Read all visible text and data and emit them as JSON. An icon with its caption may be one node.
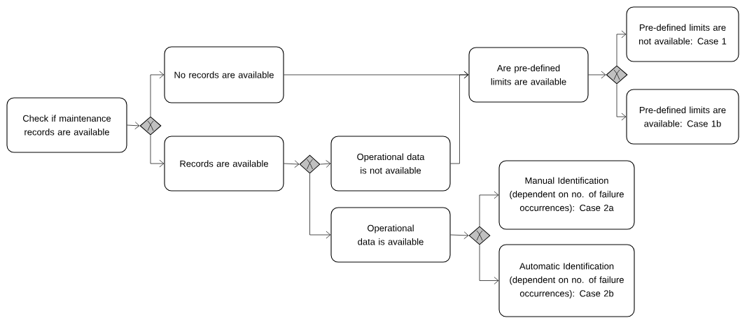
{
  "diagram": {
    "nodes": [
      {
        "text": [
          "Check if maintenance records are available"
        ]
      },
      {
        "text": [],
        "shape": "diamond"
      },
      {
        "text": [
          "No records are available"
        ]
      },
      {
        "text": [
          "Records are available"
        ]
      },
      {
        "text": [],
        "shape": "diamond"
      },
      {
        "text": [
          "Operational data is not available"
        ]
      },
      {
        "text": [
          "Operational data is available"
        ]
      },
      {
        "text": [
          "Are pre-defined limits are available"
        ]
      },
      {
        "text": [],
        "shape": "diamond"
      },
      {
        "text": [
          "Pre-defined limits are not available: Case 1"
        ]
      },
      {
        "text": [
          "Pre-defined limits are available: Case 1b"
        ]
      },
      {
        "text": [],
        "shape": "diamond"
      },
      {
        "text": [
          "Manual Identification (dependent on no. of failure occurrences): Case 2a"
        ]
      },
      {
        "text": [
          "Automatic Identification (dependent on no. of failure occurrences): Case 2b"
        ]
      }
    ],
    "edges": [
      {
        "from": 0,
        "to": 1,
        "arrow": "to"
      },
      {
        "from": 1,
        "to": 2,
        "arrow": "to"
      },
      {
        "from": 1,
        "to": 3,
        "arrow": "to"
      },
      {
        "from": 3,
        "to": 4,
        "arrow": "to"
      },
      {
        "from": 4,
        "to": 5,
        "arrow": "to"
      },
      {
        "from": 4,
        "to": 6,
        "arrow": "to"
      },
      {
        "from": 2,
        "to": 7,
        "arrow": "to"
      },
      {
        "from": 5,
        "to": 7,
        "arrow": "to"
      },
      {
        "from": 7,
        "to": 8,
        "arrow": "to"
      },
      {
        "from": 8,
        "to": 9,
        "arrow": "to"
      },
      {
        "from": 8,
        "to": 10,
        "arrow": "to"
      },
      {
        "from": 6,
        "to": 11,
        "arrow": "to"
      },
      {
        "from": 11,
        "to": 12,
        "arrow": "to"
      },
      {
        "from": 11,
        "to": 13,
        "arrow": "to"
      }
    ]
  }
}
